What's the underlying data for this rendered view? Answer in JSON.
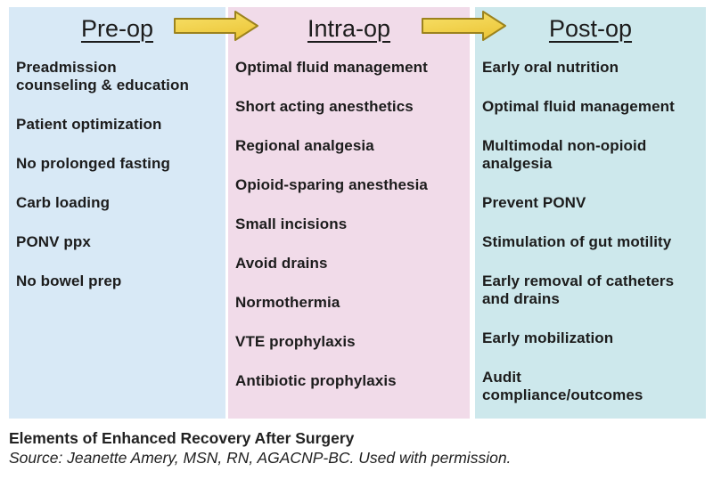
{
  "columns": [
    {
      "id": "pre-op",
      "header": "Pre-op",
      "bg": "preop_bg",
      "items": [
        "Preadmission\ncounseling & education",
        "Patient optimization",
        "No prolonged fasting",
        "Carb loading",
        "PONV ppx",
        "No bowel prep"
      ]
    },
    {
      "id": "intra-op",
      "header": "Intra-op",
      "bg": "intraop_bg",
      "items": [
        "Optimal fluid management",
        "Short acting anesthetics",
        "Regional analgesia",
        "Opioid-sparing anesthesia",
        "Small incisions",
        "Avoid drains",
        "Normothermia",
        "VTE prophylaxis",
        "Antibiotic prophylaxis"
      ]
    },
    {
      "id": "post-op",
      "header": "Post-op",
      "bg": "postop_bg",
      "items": [
        "Early oral nutrition",
        "Optimal fluid management",
        "Multimodal non-opioid\nanalgesia",
        "Prevent PONV",
        "Stimulation of gut motility",
        "Early removal of catheters\nand drains",
        "Early mobilization",
        "Audit\ncompliance/outcomes"
      ]
    }
  ],
  "arrows": [
    {
      "name": "arrow-pre-to-intra"
    },
    {
      "name": "arrow-intra-to-post"
    }
  ],
  "caption": {
    "title": "Elements of Enhanced Recovery After Surgery",
    "source": "Source: Jeanette Amery, MSN, RN, AGACNP-BC. Used with permission."
  },
  "colors": {
    "preop_bg": "#d8e9f6",
    "intraop_bg": "#f1dbe9",
    "postop_bg": "#cde8ec",
    "arrow_fill_light": "#f8e26b",
    "arrow_fill_dark": "#edc83c",
    "arrow_stroke": "#9c831e",
    "text": "#1c1c1c"
  }
}
